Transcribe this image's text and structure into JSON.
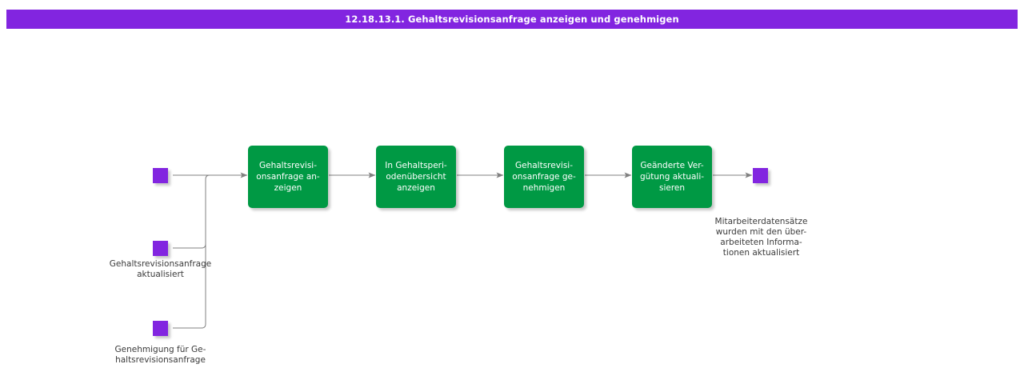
{
  "header": {
    "title": "12.18.13.1. Gehaltsrevisionsanfrage anzeigen und genehmigen",
    "background_color": "#8225E0",
    "text_color": "#FFFFFF"
  },
  "colors": {
    "activity_green": "#009944",
    "event_purple": "#8225E0",
    "connector_gray": "#808080",
    "label_text": "#3A3A3A",
    "canvas": "#FFFFFF"
  },
  "diagram": {
    "type": "process-flow",
    "activities": [
      {
        "id": "activity-1",
        "label": "Gehaltsrevisi-\nonsanfrage an-\nzeigen"
      },
      {
        "id": "activity-2",
        "label": "In Gehaltsperi-\nodenübersicht\nanzeigen"
      },
      {
        "id": "activity-3",
        "label": "Gehaltsrevisi-\nonsanfrage ge-\nnehmigen"
      },
      {
        "id": "activity-4",
        "label": "Geänderte Ver-\ngütung aktuali-\nsieren"
      }
    ],
    "start_events": [
      {
        "id": "start-event-1",
        "label": ""
      },
      {
        "id": "start-event-2",
        "label": "Gehaltsrevisionsanfrage\naktualisiert"
      },
      {
        "id": "start-event-3",
        "label": "Genehmigung für Ge-\nhaltsrevisionsanfrage"
      }
    ],
    "end_events": [
      {
        "id": "end-event-1",
        "label": "Mitarbeiterdatensätze\nwurden mit den über-\narbeiteten Informa-\ntionen aktualisiert"
      }
    ]
  }
}
